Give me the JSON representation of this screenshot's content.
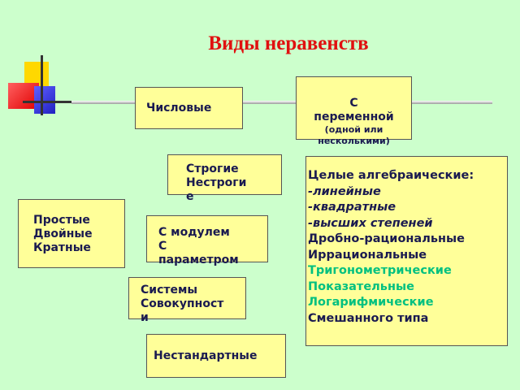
{
  "title": "Виды неравенств",
  "colors": {
    "background": "#ccffcc",
    "title": "#e01010",
    "box_fill": "#ffff99",
    "text": "#1a1a50",
    "highlight": "#00c080"
  },
  "boxes": {
    "numeric": "Числовые",
    "variable": {
      "line1": "С",
      "line2": "переменной",
      "line3": "(одной или",
      "line4": "несколькими)"
    },
    "strict": {
      "line1": "Строгие",
      "line2": "Нестроги",
      "line3": "е"
    },
    "simple": {
      "line1": "Простые",
      "line2": "Двойные",
      "line3": "Кратные"
    },
    "modulus": {
      "line1": "С модулем",
      "line2": "С",
      "line3": "параметром"
    },
    "systems": {
      "line1": "Системы",
      "line2": "Совокупност",
      "line3": "и"
    },
    "nonstandard": "Нестандартные",
    "types": {
      "header": "Целые алгебраические:",
      "linear": "-линейные",
      "quadratic": "-квадратные",
      "higher": "-высших степеней",
      "rational": "Дробно-рациональные",
      "irrational": "Иррациональные",
      "trig": "Тригонометрические",
      "exponential": "Показательные",
      "logarithmic": "Логарифмические",
      "mixed": "Смешанного типа"
    }
  }
}
